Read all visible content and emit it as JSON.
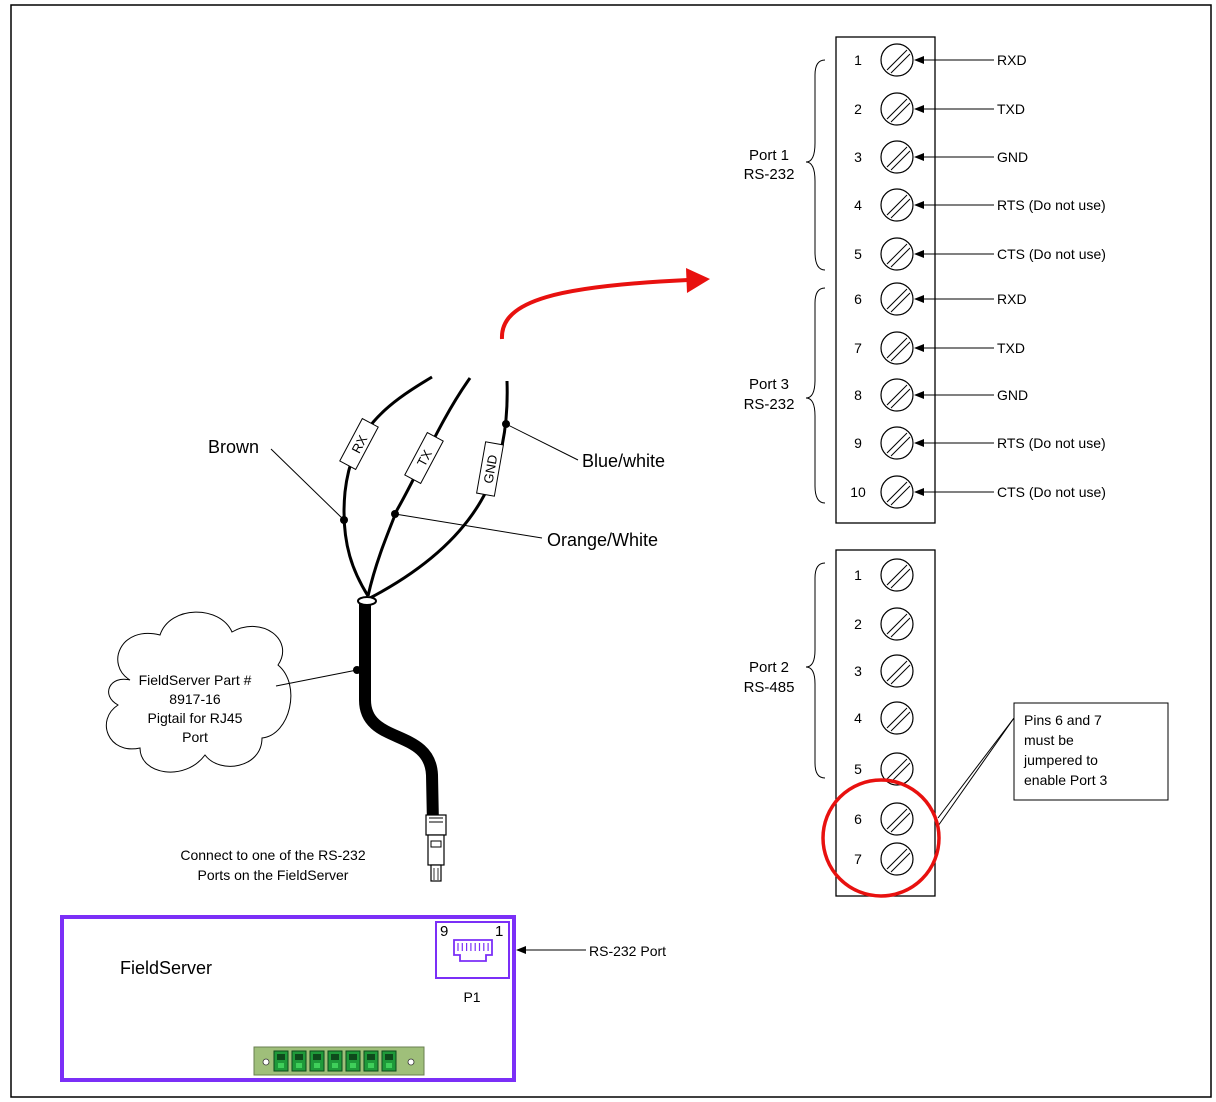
{
  "port1": {
    "bracket_label": [
      "Port 1",
      "RS-232"
    ],
    "pins": [
      {
        "num": "1",
        "signal": "RXD"
      },
      {
        "num": "2",
        "signal": "TXD"
      },
      {
        "num": "3",
        "signal": "GND"
      },
      {
        "num": "4",
        "signal": "RTS (Do not use)"
      },
      {
        "num": "5",
        "signal": "CTS (Do not use)"
      }
    ]
  },
  "port3": {
    "bracket_label": [
      "Port 3",
      "RS-232"
    ],
    "pins": [
      {
        "num": "6",
        "signal": "RXD"
      },
      {
        "num": "7",
        "signal": "TXD"
      },
      {
        "num": "8",
        "signal": "GND"
      },
      {
        "num": "9",
        "signal": "RTS (Do not use)"
      },
      {
        "num": "10",
        "signal": "CTS (Do not use)"
      }
    ]
  },
  "port2": {
    "bracket_label": [
      "Port 2",
      "RS-485"
    ],
    "pins": [
      "1",
      "2",
      "3",
      "4",
      "5",
      "6",
      "7"
    ]
  },
  "jumper_note": [
    "Pins 6 and 7",
    "must be",
    "jumpered to",
    "enable Port 3"
  ],
  "cable": {
    "wire_tags": [
      "RX",
      "TX",
      "GND"
    ],
    "callouts": {
      "brown": "Brown",
      "blue_white": "Blue/white",
      "orange_white": "Orange/White"
    },
    "part_cloud": [
      "FieldServer Part #",
      "8917-16",
      "Pigtail for RJ45",
      "Port"
    ],
    "connect_note": [
      "Connect to one of the RS-232",
      "Ports on the FieldServer"
    ]
  },
  "fieldserver": {
    "title": "FieldServer",
    "port_label": "P1",
    "pin_left": "9",
    "pin_right": "1",
    "port_callout": "RS-232 Port"
  },
  "colors": {
    "highlight": "#e8110f",
    "device_border": "#7b2ff7",
    "connector_green": "#1f9a3a"
  }
}
